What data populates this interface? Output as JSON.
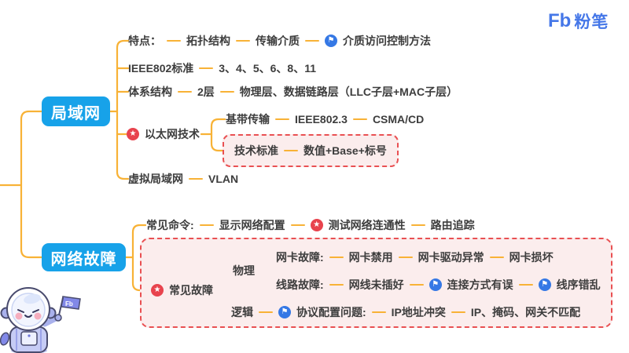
{
  "brand": {
    "logo_fb": "Fb",
    "logo_name": "粉笔"
  },
  "colors": {
    "branch_line": "#F8B236",
    "topic_box": "#17A2E9",
    "star_badge": "#E8434D",
    "flag_badge": "#3578E5",
    "highlight_border": "#E95052",
    "highlight_fill": "#FBEDED",
    "logo_blue": "#4577E8"
  },
  "icons": {
    "star": "★",
    "flag": "⚑"
  },
  "lan": {
    "title": "局域网",
    "features": {
      "label": "特点：",
      "i1": "拓扑结构",
      "i2": "传输介质",
      "i3": "介质访问控制方法"
    },
    "ieee": {
      "label": "IEEE802标准",
      "i1": "3、4、5、6、8、11"
    },
    "arch": {
      "label": "体系结构",
      "i1": "2层",
      "i2": "物理层、数据链路层（LLC子层+MAC子层）"
    },
    "ethernet": {
      "label": "以太网技术",
      "baseband": {
        "label": "基带传输",
        "i1": "IEEE802.3",
        "i2": "CSMA/CD"
      },
      "standard": {
        "label": "技术标准",
        "i1": "数值+Base+标号"
      }
    },
    "vlan": {
      "label": "虚拟局域网",
      "i1": "VLAN"
    }
  },
  "fault": {
    "title": "网络故障",
    "commands": {
      "label": "常见命令:",
      "i1": "显示网络配置",
      "i2": "测试网络连通性",
      "i3": "路由追踪"
    },
    "faults": {
      "label": "常见故障",
      "physical": {
        "label": "物理",
        "nic": {
          "label": "网卡故障:",
          "i1": "网卡禁用",
          "i2": "网卡驱动异常",
          "i3": "网卡损坏"
        },
        "line": {
          "label": "线路故障:",
          "i1": "网线未插好",
          "i2": "连接方式有误",
          "i3": "线序错乱"
        }
      },
      "logical": {
        "label": "逻辑",
        "protocol": {
          "label": "协议配置问题:",
          "i1": "IP地址冲突",
          "i2": "IP、掩码、网关不匹配"
        }
      }
    }
  }
}
